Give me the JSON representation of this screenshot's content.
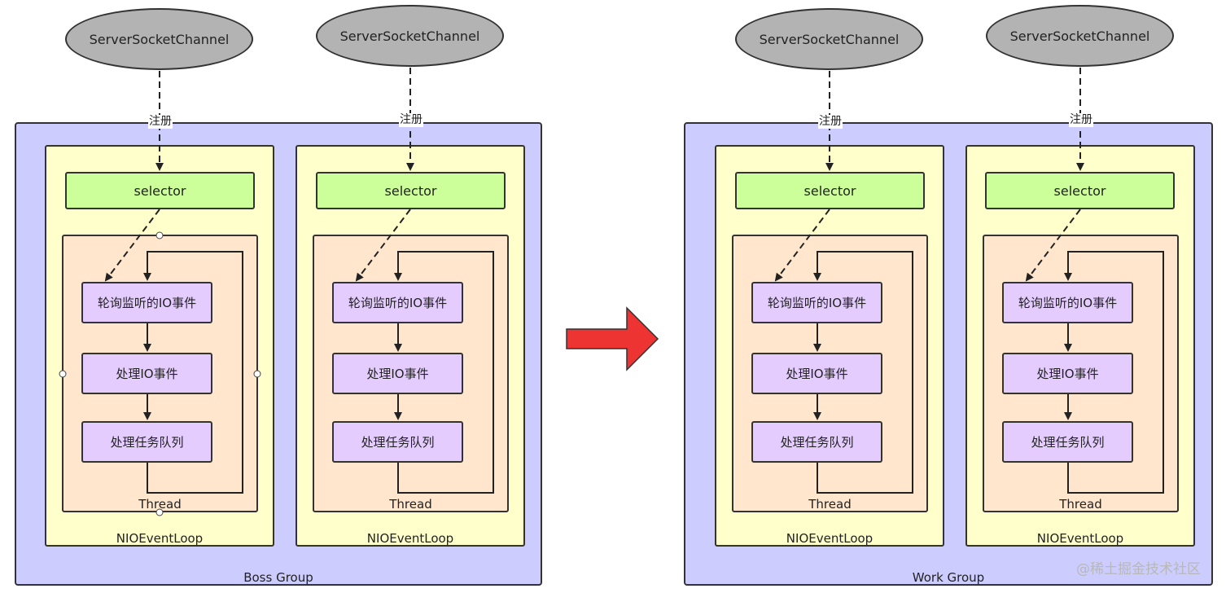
{
  "groups": [
    {
      "label": "Boss Group"
    },
    {
      "label": "Work Group"
    }
  ],
  "event_loop_label": "NIOEventLoop",
  "thread_label": "Thread",
  "channel_label": "ServerSocketChannel",
  "register_label": "注册",
  "selector_label": "selector",
  "steps": [
    "轮询监听的IO事件",
    "处理IO事件",
    "处理任务队列"
  ],
  "transition_arrow": {
    "color": "#ee3333"
  },
  "colors": {
    "group_fill": "#ccccff",
    "event_loop_fill": "#ffffcc",
    "thread_fill": "#ffe6cc",
    "channel_fill": "#b3b3b3",
    "selector_fill": "#ccff99",
    "step_fill": "#e5ccff"
  },
  "watermark": "@稀土掘金技术社区"
}
